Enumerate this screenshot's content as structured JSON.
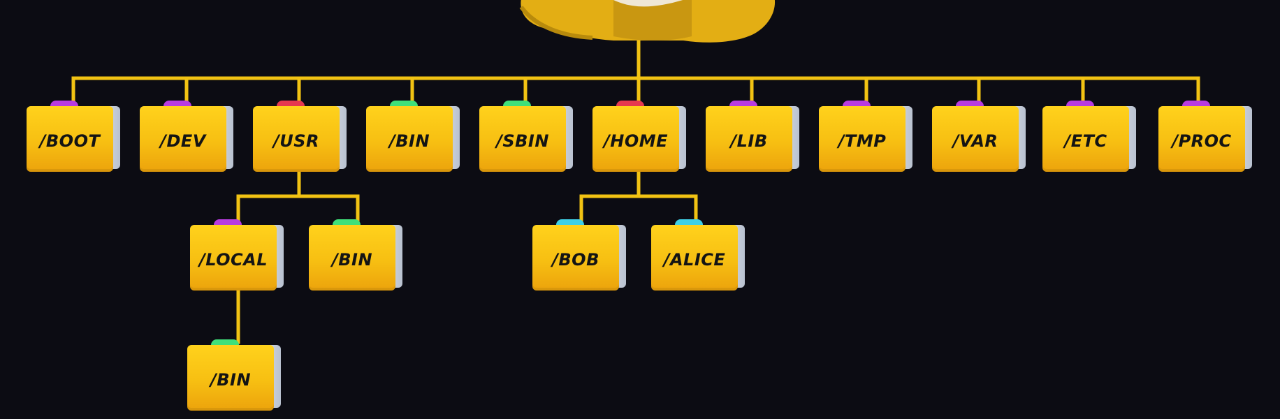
{
  "colors": {
    "background": "#0c0c13",
    "connector": "#f2c313",
    "folder": "#f7bf12",
    "tab_purple": "#b83be0",
    "tab_red": "#e6384f",
    "tab_green": "#3fe07a",
    "tab_cyan": "#3fd0e6"
  },
  "root": {
    "icon": "root-mascot-icon"
  },
  "top_level": [
    {
      "id": "boot",
      "label": "/BOOT",
      "tab": "purple"
    },
    {
      "id": "dev",
      "label": "/DEV",
      "tab": "purple"
    },
    {
      "id": "usr",
      "label": "/USR",
      "tab": "red"
    },
    {
      "id": "bin",
      "label": "/BIN",
      "tab": "green"
    },
    {
      "id": "sbin",
      "label": "/SBIN",
      "tab": "green"
    },
    {
      "id": "home",
      "label": "/HOME",
      "tab": "red"
    },
    {
      "id": "lib",
      "label": "/LIB",
      "tab": "purple"
    },
    {
      "id": "tmp",
      "label": "/TMP",
      "tab": "purple"
    },
    {
      "id": "var",
      "label": "/VAR",
      "tab": "purple"
    },
    {
      "id": "etc",
      "label": "/ETC",
      "tab": "purple"
    },
    {
      "id": "proc",
      "label": "/PROC",
      "tab": "purple"
    }
  ],
  "usr_children": [
    {
      "id": "usr-local",
      "label": "/LOCAL",
      "tab": "purple"
    },
    {
      "id": "usr-bin",
      "label": "/BIN",
      "tab": "green"
    }
  ],
  "home_children": [
    {
      "id": "home-bob",
      "label": "/BOB",
      "tab": "cyan"
    },
    {
      "id": "home-alice",
      "label": "/ALICE",
      "tab": "cyan"
    }
  ],
  "local_children": [
    {
      "id": "usr-local-bin",
      "label": "/BIN",
      "tab": "green"
    }
  ]
}
